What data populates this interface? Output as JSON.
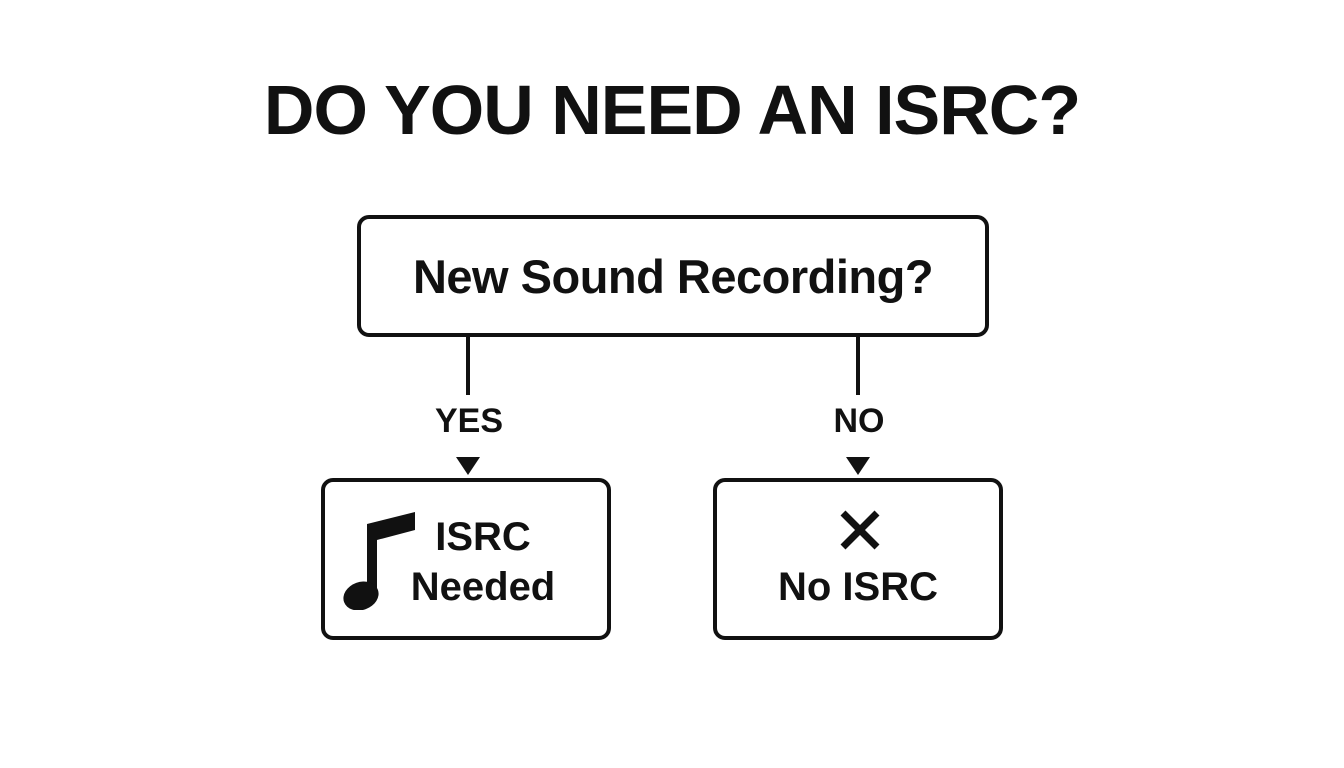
{
  "title": "DO YOU NEED AN ISRC?",
  "question": {
    "label": "New Sound Recording?"
  },
  "branches": {
    "yes": {
      "label": "YES",
      "result_line1": "ISRC",
      "result_line2": "Needed",
      "icon": "music-note-icon"
    },
    "no": {
      "label": "NO",
      "result": "No ISRC",
      "icon": "x-icon"
    }
  },
  "colors": {
    "stroke": "#111111",
    "background": "#ffffff"
  }
}
